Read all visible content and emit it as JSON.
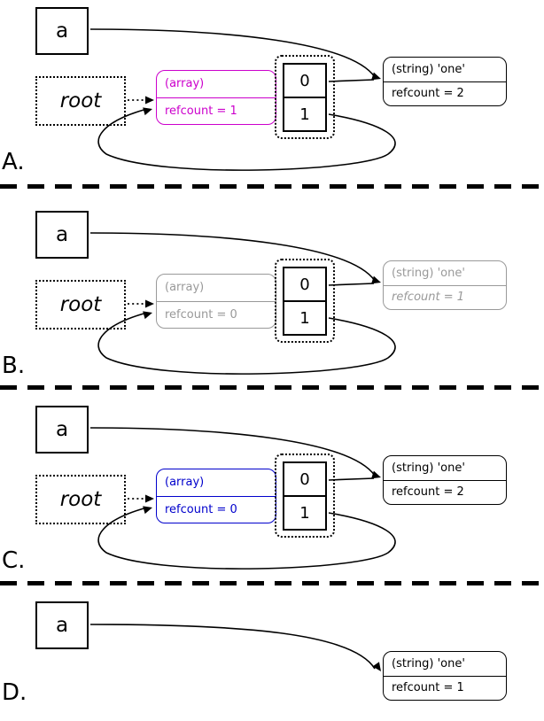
{
  "panels": [
    {
      "label": "A.",
      "var_label": "a",
      "root_label": "root",
      "array": {
        "type": "(array)",
        "refcount": "refcount = 1",
        "color": "#cc00cc"
      },
      "cells": [
        "0",
        "1"
      ],
      "string": {
        "type": "(string) 'one'",
        "refcount": "refcount = 2",
        "color": "#000000"
      }
    },
    {
      "label": "B.",
      "var_label": "a",
      "root_label": "root",
      "array": {
        "type": "(array)",
        "refcount": "refcount = 0",
        "color": "#999999"
      },
      "cells": [
        "0",
        "1"
      ],
      "string": {
        "type": "(string) 'one'",
        "refcount": "refcount = 1",
        "color": "#999999"
      }
    },
    {
      "label": "C.",
      "var_label": "a",
      "root_label": "root",
      "array": {
        "type": "(array)",
        "refcount": "refcount = 0",
        "color": "#0000cc"
      },
      "cells": [
        "0",
        "1"
      ],
      "string": {
        "type": "(string) 'one'",
        "refcount": "refcount = 2",
        "color": "#000000"
      }
    },
    {
      "label": "D.",
      "var_label": "a",
      "string": {
        "type": "(string) 'one'",
        "refcount": "refcount = 1",
        "color": "#000000"
      }
    }
  ]
}
